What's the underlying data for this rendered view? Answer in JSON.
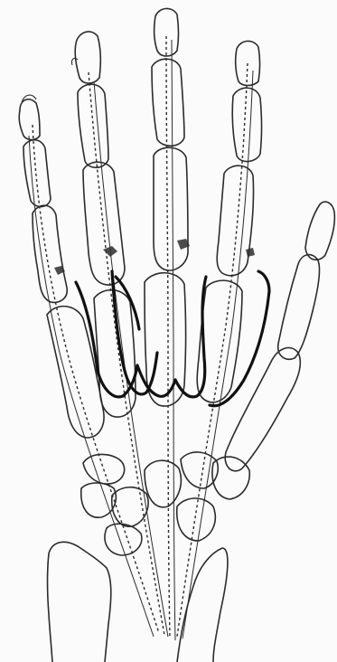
{
  "figure": {
    "colors": {
      "background": "#fbfbfb",
      "ink": "#2b2b2b",
      "ink_heavy": "#111111"
    },
    "parts": [
      "little-finger",
      "ring-finger",
      "middle-finger",
      "index-finger",
      "thumb",
      "carpal-bones",
      "radius",
      "ulna",
      "flexor-tendons",
      "tendon-sheath-loops"
    ]
  }
}
